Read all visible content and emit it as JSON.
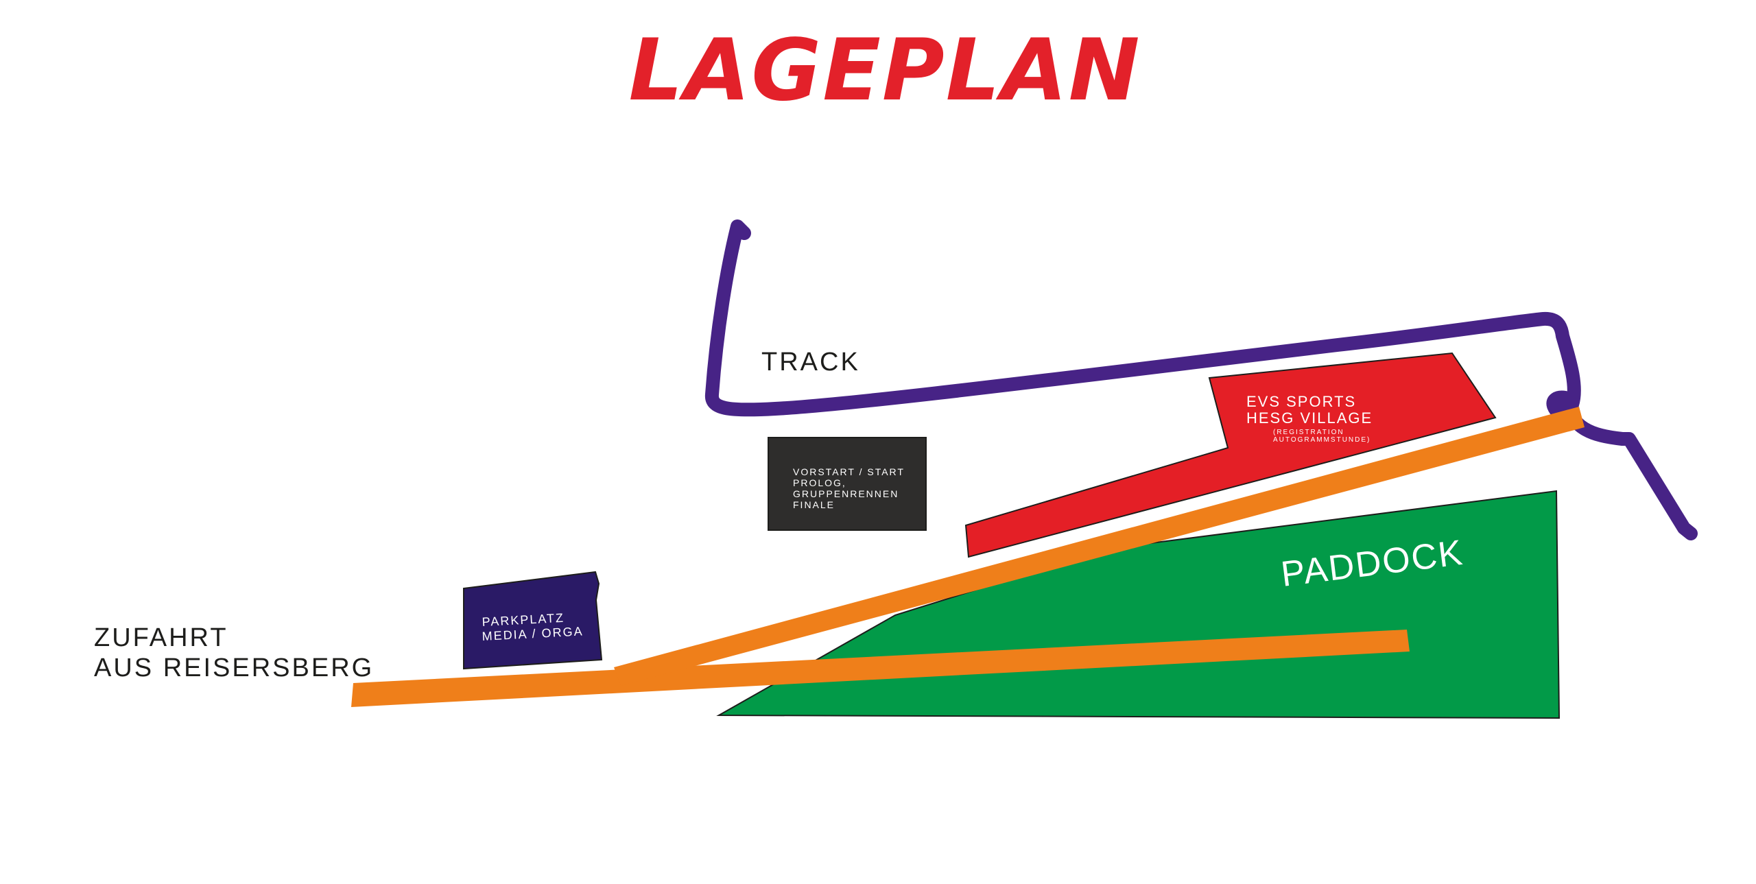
{
  "title": {
    "text": "LAGEPLAN",
    "color": "#e3212a"
  },
  "colors": {
    "track": "#472386",
    "road": "#ef7f1a",
    "paddock": "#029a48",
    "village": "#e41f26",
    "start_box": "#2e2d2c",
    "parking": "#2a1a66",
    "label_dark": "#1d1d1b",
    "label_light": "#ffffff"
  },
  "labels": {
    "track": "TRACK",
    "access_line1": "ZUFAHRT",
    "access_line2": "AUS REISERSBERG",
    "paddock": "PADDOCK",
    "village_line1": "EVS SPORTS",
    "village_line2": "HESG VILLAGE",
    "village_sub1": "(REGISTRATION",
    "village_sub2": "AUTOGRAMMSTUNDE)",
    "start_line1": "VORSTART / START",
    "start_line2": "PROLOG,",
    "start_line3": "GRUPPENRENNEN",
    "start_line4": "FINALE",
    "parking_line1": "PARKPLATZ",
    "parking_line2": "MEDIA / ORGA"
  }
}
